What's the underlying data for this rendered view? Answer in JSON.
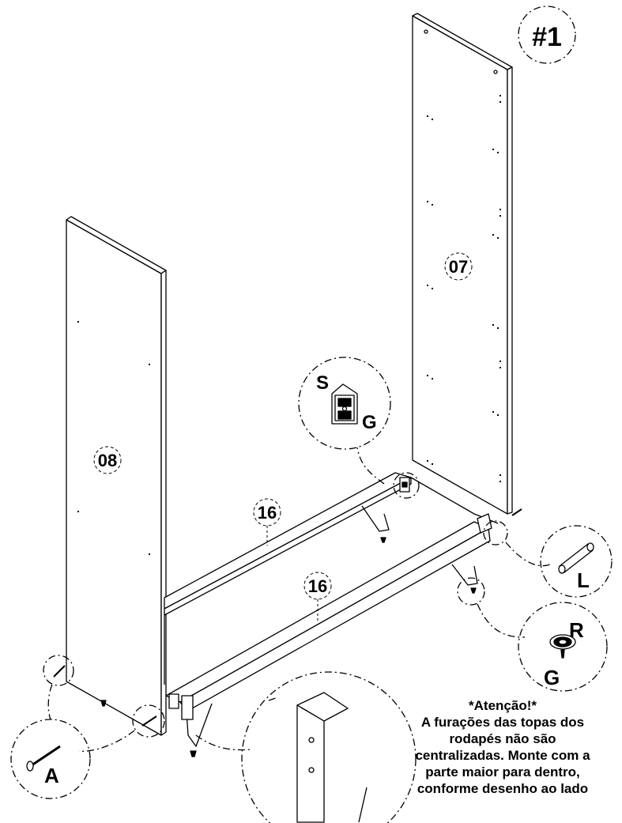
{
  "step_label": "#1",
  "parts": {
    "panel_left": "08",
    "panel_right": "07",
    "rail_back": "16",
    "rail_front": "16"
  },
  "hardware": {
    "bracket_top": "S",
    "bracket_bottom": "G",
    "dowel": "L",
    "foot_top": "R",
    "foot_bottom": "G",
    "screw": "A"
  },
  "note": {
    "title": "*Atenção!*",
    "lines": [
      "A furações das topas dos",
      "rodapés não são",
      "centralizadas. Monte com a",
      "parte maior para dentro,",
      "conforme desenho ao lado"
    ]
  }
}
